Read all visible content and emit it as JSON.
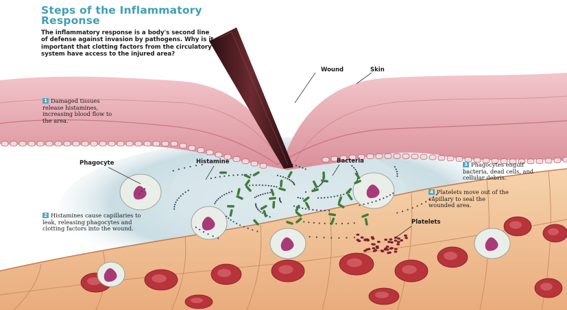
{
  "title": "Steps of the Inflammatory Response",
  "intro": "The inflammatory response is a body's second line of defense against invasion by pathogens. Why is it important that clotting factors from the circulatory system have access to the injured area?",
  "labels": {
    "wound": "Wound",
    "skin": "Skin",
    "phagocyte": "Phagocyte",
    "histamine": "Histamine",
    "bacteria": "Bacteria",
    "platelets": "Platelets"
  },
  "steps": [
    {
      "number": "1",
      "text": "Damaged tissues release histamines, increasing blood flow to the area."
    },
    {
      "number": "2",
      "text": "Histamines cause capillaries to leak, releasing phagocytes and clotting factors into the wound."
    },
    {
      "number": "3",
      "text": "Phagocytes engulf bacteria, dead cells, and cellular debris."
    },
    {
      "number": "4",
      "text": "Platelets move out of the capillary to seal the wounded area."
    }
  ],
  "colors": {
    "title": "#3f9fb4",
    "step_badge": "#4aa7c4",
    "skin": "#e8a9b1",
    "capillary": "#f1c69a",
    "red_cell": "#b8333a",
    "phagocyte_nucleus": "#a83a78",
    "bacteria": "#3f7d3a"
  }
}
